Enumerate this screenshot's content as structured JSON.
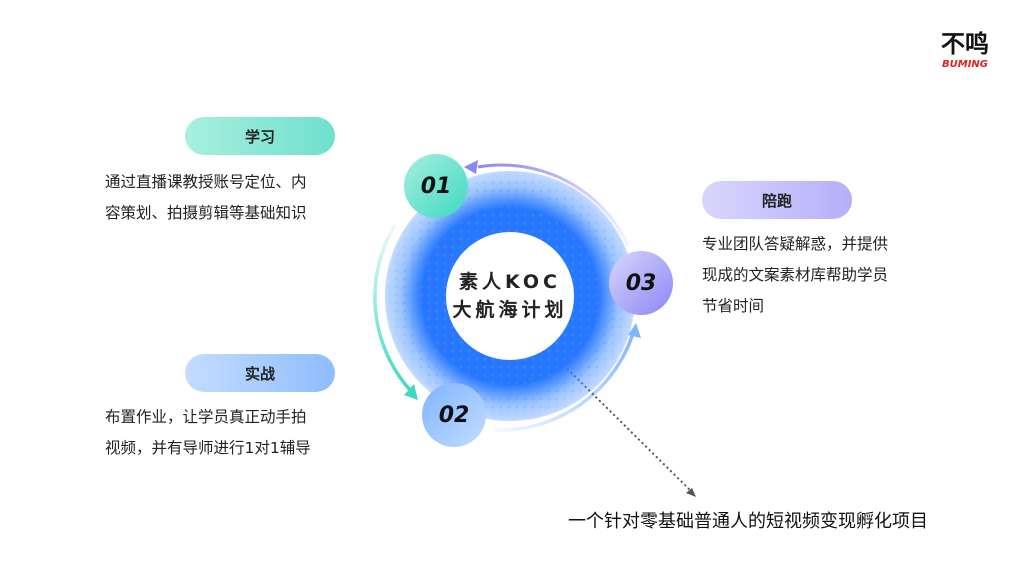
{
  "logo": {
    "text": "不鸣",
    "subtext": "BUMING"
  },
  "steps": [
    {
      "number": "01",
      "title": "学习",
      "desc_lines": [
        "通过直播课教授账号定位、内",
        "容策划、拍摄剪辑等基础知识"
      ]
    },
    {
      "number": "02",
      "title": "实战",
      "desc_lines": [
        "布置作业，让学员真正动手拍",
        "视频，并有导师进行1对1辅导"
      ]
    },
    {
      "number": "03",
      "title": "陪跑",
      "desc_lines": [
        "专业团队答疑解惑，并提供",
        "现成的文案素材库帮助学员",
        "节省时间"
      ]
    }
  ],
  "center": {
    "line1": "素人KOC",
    "line2": "大航海计划"
  },
  "caption": "一个针对零基础普通人的短视频变现孵化项目",
  "colors": {
    "green": "#3fd9c0",
    "blue": "#7fb4ff",
    "purple": "#8b86f5"
  }
}
